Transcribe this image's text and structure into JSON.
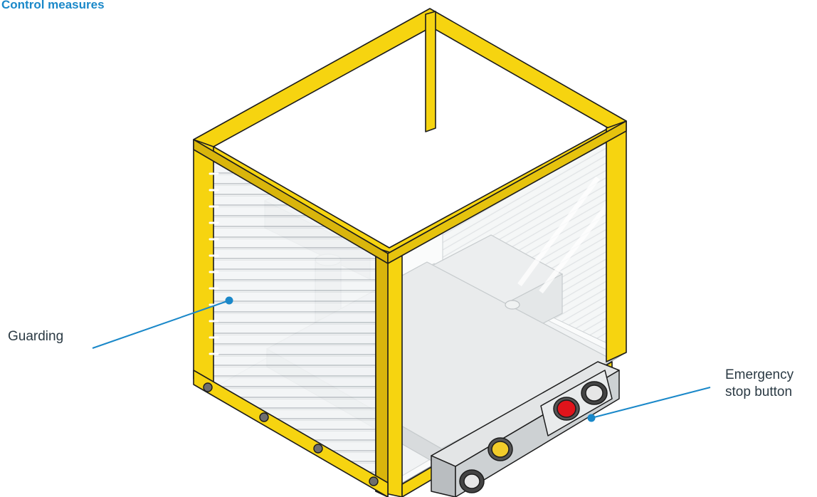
{
  "title": "Control measures",
  "labels": {
    "guarding": "Guarding",
    "estop_line1": "Emergency",
    "estop_line2": "stop button"
  },
  "colors": {
    "title": "#1a88c9",
    "frame_yellow": "#f6d410",
    "frame_dark": "#b7960a",
    "leader": "#1a88c9",
    "button_red": "#e0141b",
    "button_yellow": "#f2cc2a",
    "label_text": "#2b3a44"
  },
  "icons": [
    "machine-guard-illustration"
  ]
}
